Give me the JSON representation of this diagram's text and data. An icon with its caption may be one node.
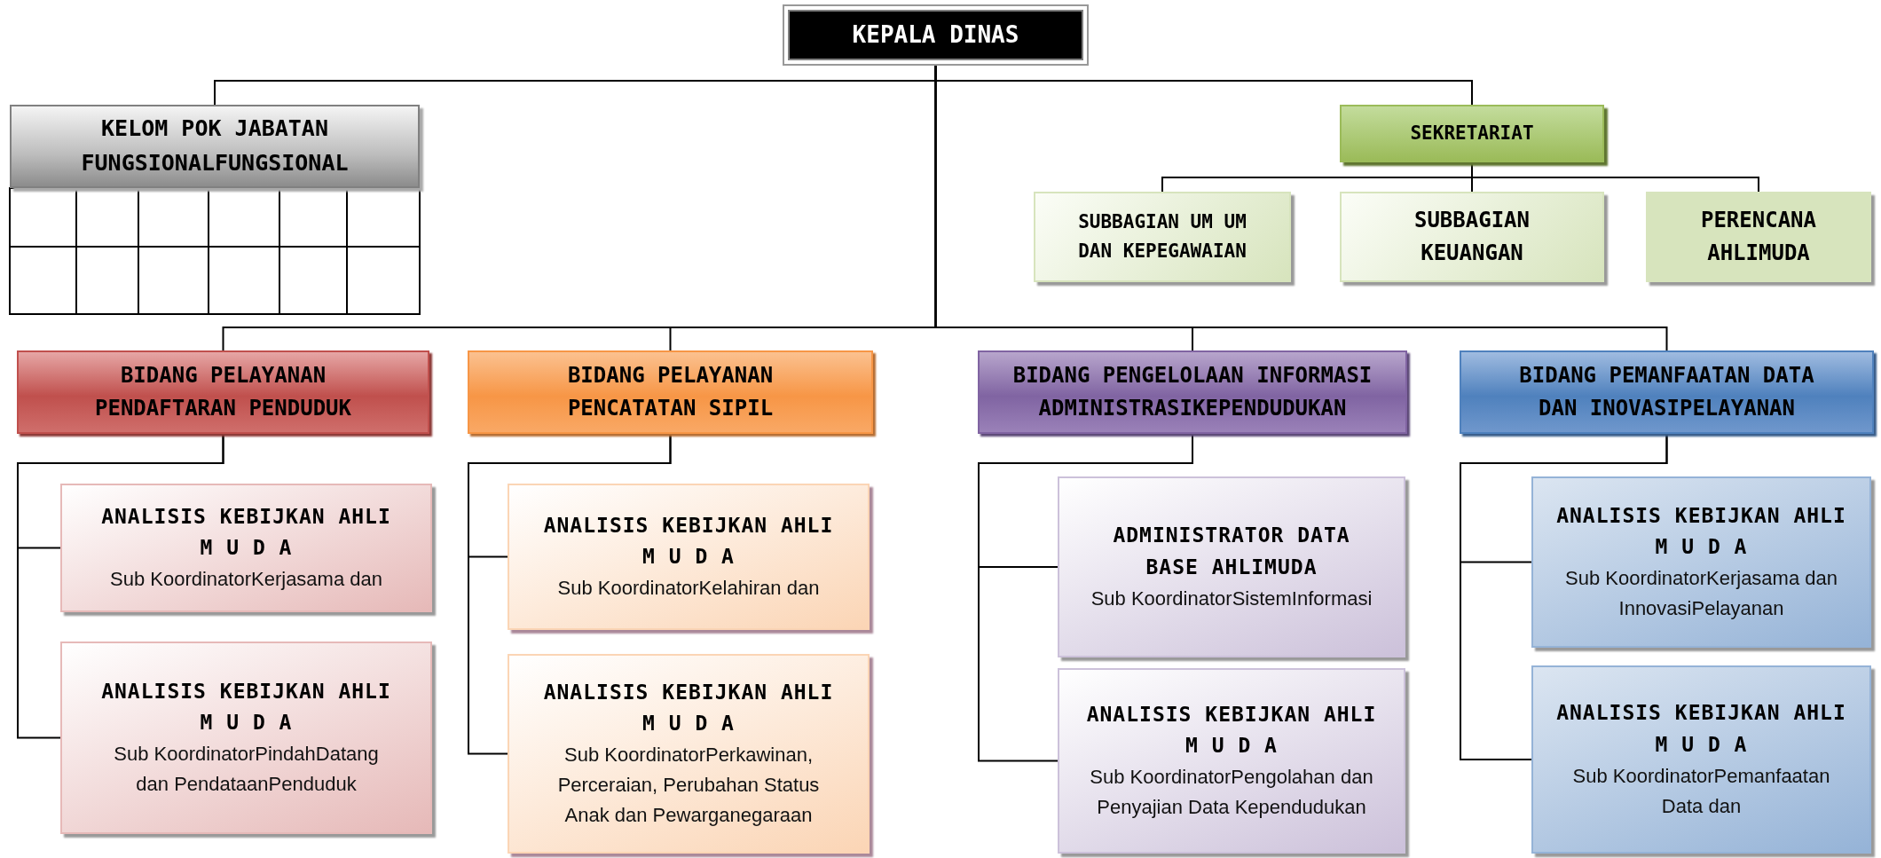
{
  "diagram": {
    "nodes": [
      {
        "text": [
          "KEPALA DINAS"
        ]
      },
      {
        "text": [
          "KELOM POK JABATAN FUNGSIONALFUNGSIONAL"
        ]
      },
      {
        "text": [
          "SEKRETARIAT"
        ]
      },
      {
        "text": [
          "SUBBAGIAN UM UM DAN KEPEGAWAIAN"
        ]
      },
      {
        "text": [
          "SUBBAGIAN KEUANGAN"
        ]
      },
      {
        "text": [
          "PERENCANA AHLIMUDA"
        ]
      },
      {
        "text": [
          "BIDANG PELAYANAN PENDAFTARAN PENDUDUK"
        ]
      },
      {
        "text": [
          "BIDANG PELAYANAN PENCATATAN SIPIL"
        ]
      },
      {
        "text": [
          "BIDANG PENGELOLAAN INFORMASI ADMINISTRASIKEPENDUDUKAN"
        ]
      },
      {
        "text": [
          "BIDANG PEMANFAATAN DATA DAN INOVASIPELAYANAN"
        ]
      },
      {
        "text": [
          "ANALISIS KEBIJKAN AHLI M U D A",
          "Sub KoordinatorKerjasama dan"
        ]
      },
      {
        "text": [
          "ANALISIS KEBIJKAN AHLI M U D A",
          "Sub KoordinatorPindahDatang dan PendataanPenduduk"
        ]
      },
      {
        "text": [
          "ANALISIS KEBIJKAN AHLI M U D A",
          "Sub KoordinatorKelahiran dan"
        ]
      },
      {
        "text": [
          "ANALISIS KEBIJKAN AHLI M U D A",
          "Sub KoordinatorPerkawinan, Perceraian, Perubahan Status Anak dan Pewarganegaraan"
        ]
      },
      {
        "text": [
          "ADMINISTRATOR DATA BASE AHLIMUDA",
          "Sub KoordinatorSistemInformasi"
        ]
      },
      {
        "text": [
          "ANALISIS KEBIJKAN AHLI M U D A",
          "Sub KoordinatorPengolahan dan Penyajian Data Kependudukan"
        ]
      },
      {
        "text": [
          "ANALISIS KEBIJKAN AHLI M U D A",
          "Sub KoordinatorKerjasama dan InnovasiPelayanan"
        ]
      },
      {
        "text": [
          "ANALISIS KEBIJKAN AHLI M U D A",
          "Sub KoordinatorPemanfaatan Data dan"
        ]
      }
    ],
    "edges": [
      {
        "from": 0,
        "to": 1,
        "arrow": "none"
      },
      {
        "from": 0,
        "to": 2,
        "arrow": "none"
      },
      {
        "from": 2,
        "to": 3,
        "arrow": "none"
      },
      {
        "from": 2,
        "to": 4,
        "arrow": "none"
      },
      {
        "from": 2,
        "to": 5,
        "arrow": "none"
      },
      {
        "from": 0,
        "to": 6,
        "arrow": "none"
      },
      {
        "from": 0,
        "to": 7,
        "arrow": "none"
      },
      {
        "from": 0,
        "to": 8,
        "arrow": "none"
      },
      {
        "from": 0,
        "to": 9,
        "arrow": "none"
      },
      {
        "from": 6,
        "to": 10,
        "arrow": "none"
      },
      {
        "from": 6,
        "to": 11,
        "arrow": "none"
      },
      {
        "from": 7,
        "to": 12,
        "arrow": "none"
      },
      {
        "from": 7,
        "to": 13,
        "arrow": "none"
      },
      {
        "from": 8,
        "to": 14,
        "arrow": "none"
      },
      {
        "from": 8,
        "to": 15,
        "arrow": "none"
      },
      {
        "from": 9,
        "to": 16,
        "arrow": "none"
      },
      {
        "from": 9,
        "to": 17,
        "arrow": "none"
      }
    ]
  }
}
